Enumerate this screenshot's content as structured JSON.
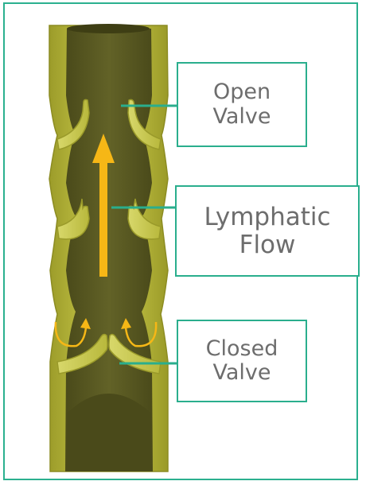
{
  "labels": {
    "open_valve": [
      "Open",
      "Valve"
    ],
    "lymphatic_flow": [
      "Lymphatic",
      "Flow"
    ],
    "closed_valve": [
      "Closed",
      "Valve"
    ]
  },
  "colors": {
    "frame": "#2bb08f",
    "leader": "#2aae8d",
    "vessel_wall": "#c6c63f",
    "vessel_lumen": "#5a5a22",
    "arrow": "#f6b716",
    "label_text": "#6d6d6d"
  },
  "icons": {
    "main_arrow": "upward-arrow",
    "backflow_arrows": "curved-arrows"
  }
}
